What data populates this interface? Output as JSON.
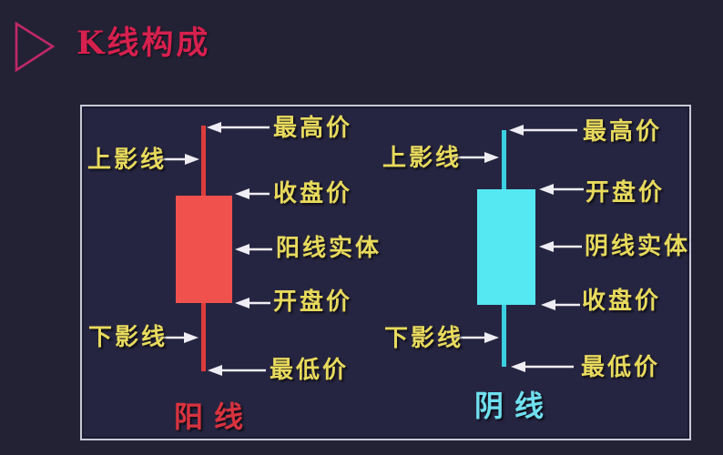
{
  "title": "K线构成",
  "colors": {
    "background": "#232235",
    "panel_background": "#262541",
    "frame_border": "#c9c8d6",
    "title_red": "#d6204e",
    "triangle_pink": "#c02866",
    "label_yellow": "#e8da5c",
    "arrow_white": "#eeedf4",
    "bullish_body": "#f0514d",
    "bullish_wick": "#dd3c3b",
    "bearish_body": "#55e8f2",
    "bearish_wick": "#3ccfe2",
    "bullish_name": "#d8333f",
    "bearish_name": "#6fe0ef"
  },
  "bullish": {
    "name": "阳线",
    "upper_shadow": "上影线",
    "highest": "最高价",
    "close": "收盘价",
    "body": "阳线实体",
    "open": "开盘价",
    "lower_shadow": "下影线",
    "lowest": "最低价"
  },
  "bearish": {
    "name": "阴线",
    "upper_shadow": "上影线",
    "highest": "最高价",
    "open": "开盘价",
    "body": "阴线实体",
    "close": "收盘价",
    "lower_shadow": "下影线",
    "lowest": "最低价"
  }
}
